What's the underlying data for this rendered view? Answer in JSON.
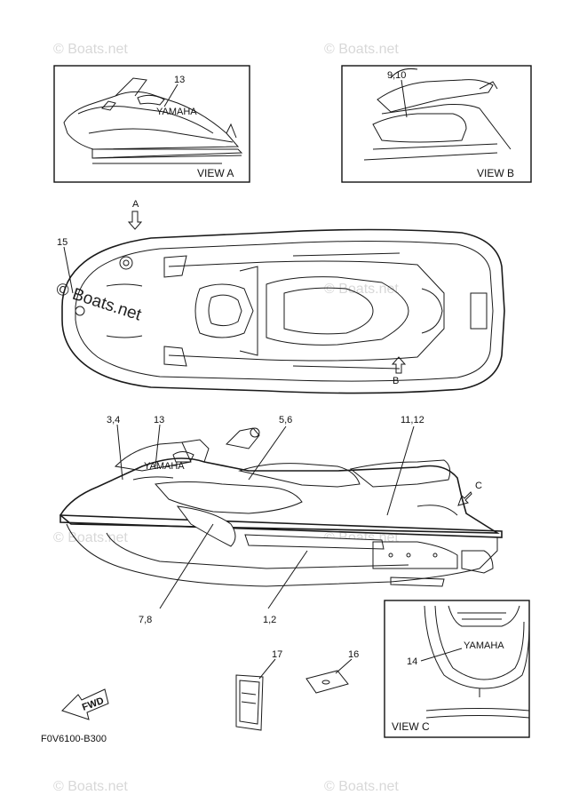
{
  "watermark": "© Boats.net",
  "diagram_code": "F0V6100-B300",
  "views": {
    "a": "VIEW A",
    "b": "VIEW B",
    "c": "VIEW C"
  },
  "arrows": {
    "a": "A",
    "b": "B",
    "c": "C"
  },
  "fwd_label": "FWD",
  "brand_text": "YAMAHA",
  "callouts": {
    "c13_viewA": "13",
    "c9_10": "9,10",
    "c15": "15",
    "c3_4": "3,4",
    "c13_side": "13",
    "c5_6": "5,6",
    "c11_12": "11,12",
    "c7_8": "7,8",
    "c1_2": "1,2",
    "c14": "14",
    "c17": "17",
    "c16": "16"
  },
  "colors": {
    "line": "#1a1a1a",
    "watermark": "#d8d8d8",
    "background": "#ffffff"
  }
}
